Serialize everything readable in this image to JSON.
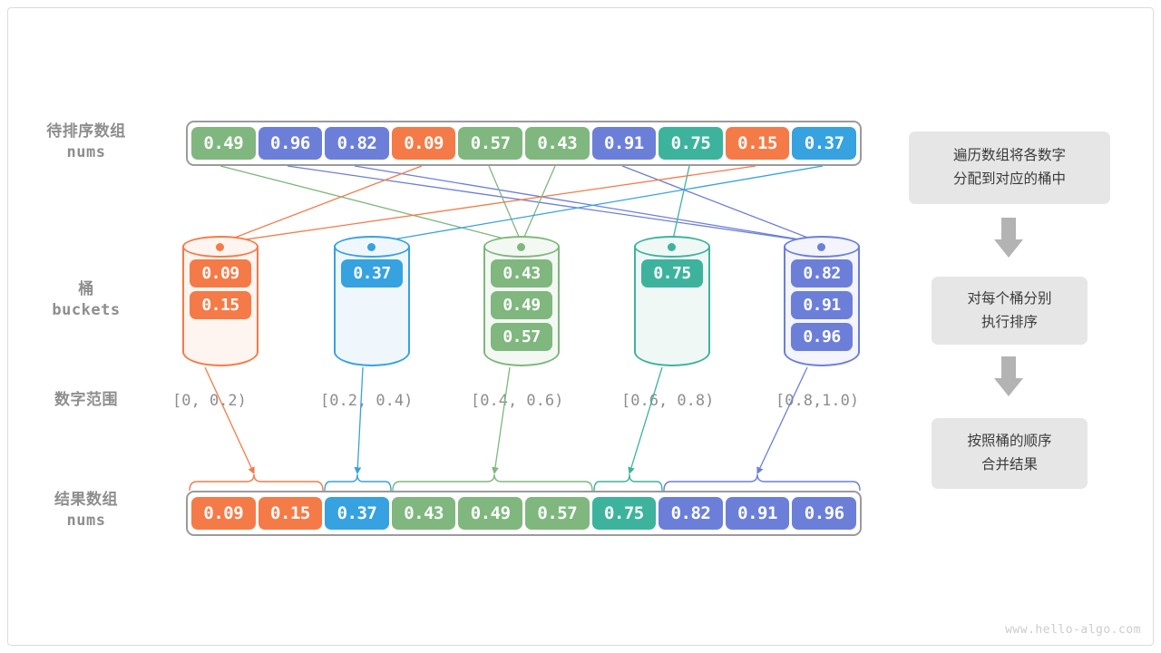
{
  "labels": {
    "input_array_cn": "待排序数组",
    "input_array_mono": "nums",
    "buckets_cn": "桶",
    "buckets_mono": "buckets",
    "range_cn": "数字范围",
    "result_array_cn": "结果数组",
    "result_array_mono": "nums"
  },
  "input_array": {
    "values": [
      "0.49",
      "0.96",
      "0.82",
      "0.09",
      "0.57",
      "0.43",
      "0.91",
      "0.75",
      "0.15",
      "0.37"
    ],
    "colors": [
      "#7fb77e",
      "#6c7fd8",
      "#6c7fd8",
      "#f47b47",
      "#7fb77e",
      "#7fb77e",
      "#6c7fd8",
      "#3db39e",
      "#f47b47",
      "#36a2e0"
    ]
  },
  "buckets": [
    {
      "name": "bucket-0",
      "range": "[0, 0.2)",
      "color": "#f47b47",
      "fill": "#fef4f0",
      "items": [
        "0.09",
        "0.15"
      ]
    },
    {
      "name": "bucket-1",
      "range": "[0.2, 0.4)",
      "color": "#36a2e0",
      "fill": "#f0f7fc",
      "items": [
        "0.37"
      ]
    },
    {
      "name": "bucket-2",
      "range": "[0.4, 0.6)",
      "color": "#7fb77e",
      "fill": "#f4f8f3",
      "items": [
        "0.43",
        "0.49",
        "0.57"
      ]
    },
    {
      "name": "bucket-3",
      "range": "[0.6, 0.8)",
      "color": "#3db39e",
      "fill": "#f0f8f6",
      "items": [
        "0.75"
      ]
    },
    {
      "name": "bucket-4",
      "range": "[0.8,1.0)",
      "color": "#6c7fd8",
      "fill": "#f3f4fc",
      "items": [
        "0.82",
        "0.91",
        "0.96"
      ]
    }
  ],
  "result_array": {
    "values": [
      "0.09",
      "0.15",
      "0.37",
      "0.43",
      "0.49",
      "0.57",
      "0.75",
      "0.82",
      "0.91",
      "0.96"
    ],
    "colors": [
      "#f47b47",
      "#f47b47",
      "#36a2e0",
      "#7fb77e",
      "#7fb77e",
      "#7fb77e",
      "#3db39e",
      "#6c7fd8",
      "#6c7fd8",
      "#6c7fd8"
    ]
  },
  "flow": {
    "steps": [
      {
        "line1": "遍历数组将各数字",
        "line2": "分配到对应的桶中"
      },
      {
        "line1": "对每个桶分别",
        "line2": "执行排序"
      },
      {
        "line1": "按照桶的顺序",
        "line2": "合并结果"
      }
    ],
    "arrow_color": "#aaaaaa"
  },
  "watermark": "www.hello-algo.com",
  "chart_data": {
    "type": "diagram",
    "title": "Bucket Sort",
    "stages": [
      "input",
      "buckets",
      "ranges",
      "result"
    ]
  }
}
